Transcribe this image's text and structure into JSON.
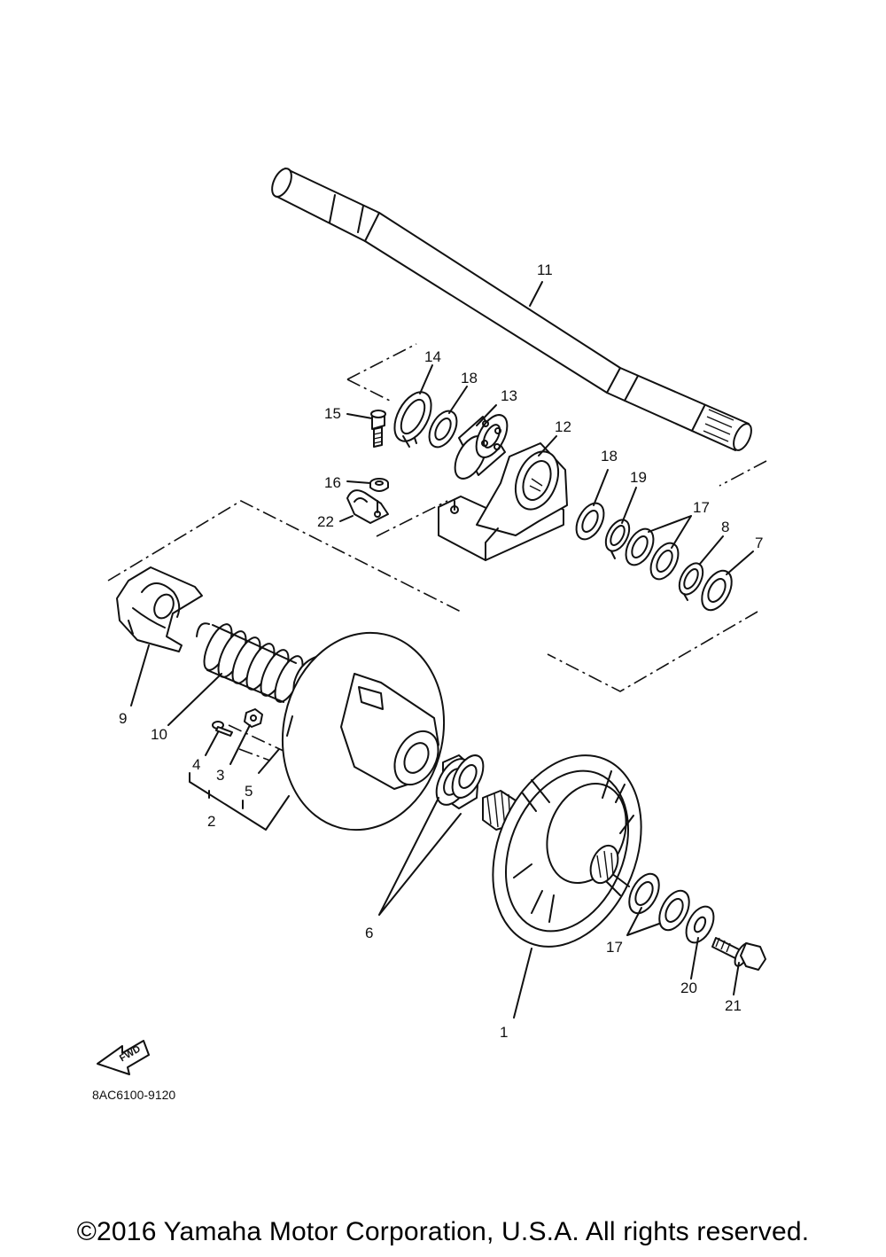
{
  "callouts": [
    "11",
    "14",
    "18",
    "13",
    "15",
    "12",
    "16",
    "22",
    "18",
    "19",
    "17",
    "8",
    "7",
    "9",
    "10",
    "4",
    "3",
    "5",
    "2",
    "6",
    "17",
    "20",
    "21",
    "1"
  ],
  "fwd_label": "FWD",
  "diagram_code": "8AC6100-9120",
  "copyright": "©2016 Yamaha Motor Corporation, U.S.A. All rights reserved."
}
